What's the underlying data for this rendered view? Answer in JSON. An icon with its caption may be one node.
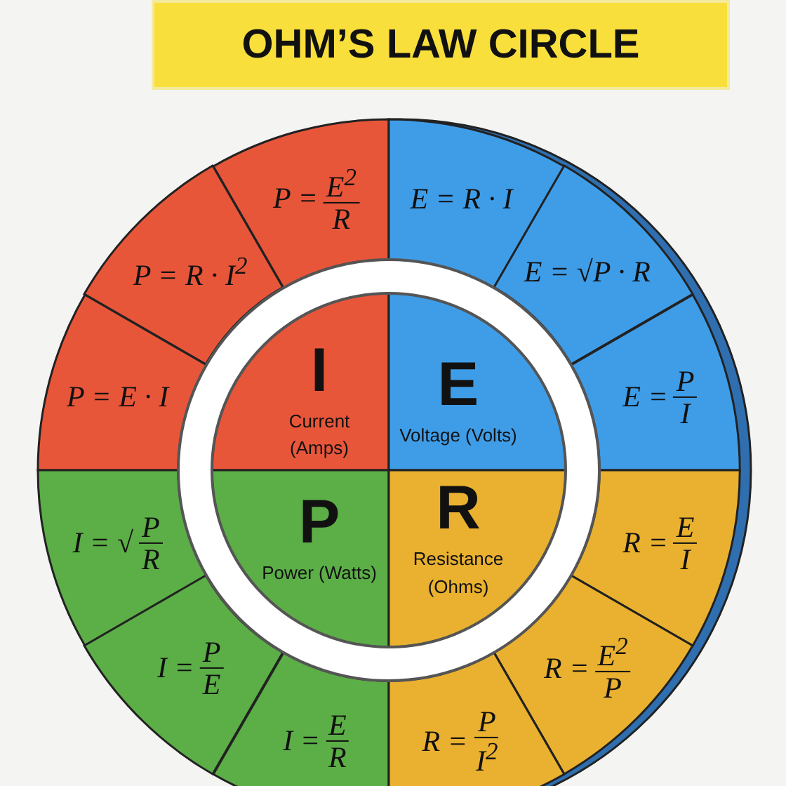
{
  "diagram": {
    "title": "OHM’S LAW CIRCLE",
    "nodes": [
      {
        "text": [
          "P =",
          "E$^{2}$",
          "R"
        ]
      },
      {
        "text": [
          "E = R · I"
        ]
      },
      {
        "text": [
          "P = R · I$^{2}$"
        ]
      },
      {
        "text": [
          "E = √P · R"
        ]
      },
      {
        "text": [
          "P = E · I"
        ]
      },
      {
        "text": [
          "E =",
          "P",
          "I"
        ]
      },
      {
        "text": [
          "I",
          "Current (Amps)"
        ]
      },
      {
        "text": [
          "E",
          "Voltage (Volts)"
        ]
      },
      {
        "text": [
          "P",
          "Power (Watts)"
        ]
      },
      {
        "text": [
          "R",
          "Resistance (Ohms)"
        ]
      },
      {
        "text": [
          "I = √",
          "P",
          "R"
        ]
      },
      {
        "text": [
          "R =",
          "E",
          "I"
        ]
      },
      {
        "text": [
          "I =",
          "P",
          "E"
        ]
      },
      {
        "text": [
          "R =",
          "E$^{2}$",
          "P"
        ]
      },
      {
        "text": [
          "I =",
          "E",
          "R"
        ]
      },
      {
        "text": [
          "R =",
          "P",
          "I$^{2}$"
        ]
      }
    ]
  }
}
